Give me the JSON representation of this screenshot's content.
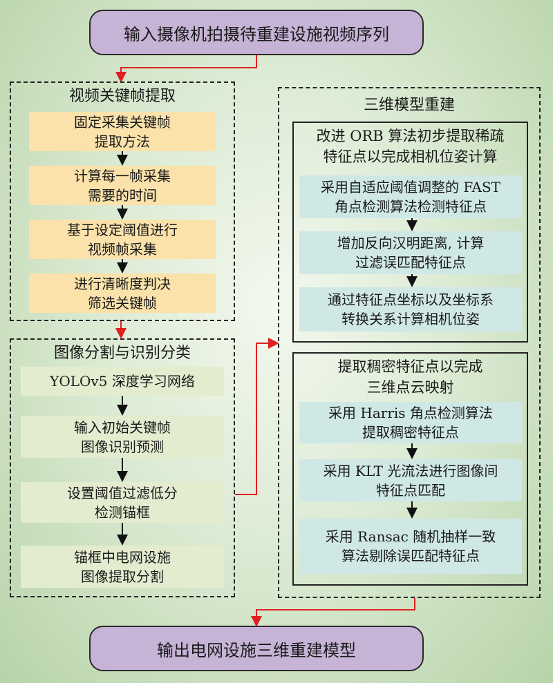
{
  "input": "输入摄像机拍摄待重建设施视频序列",
  "output": "输出电网设施三维重建模型",
  "keyframe": {
    "title": "视频关键帧提取",
    "steps": [
      "固定采集关键帧\n提取方法",
      "计算每一帧采集\n需要的时间",
      "基于设定阈值进行\n视频帧采集",
      "进行清晰度判决\n筛选关键帧"
    ]
  },
  "segmentation": {
    "title": "图像分割与识别分类",
    "steps": [
      "YOLOv5 深度学习网络",
      "输入初始关键帧\n图像识别预测",
      "设置阈值过滤低分\n检测锚框",
      "锚框中电网设施\n图像提取分割"
    ]
  },
  "reconstruction": {
    "title": "三维模型重建",
    "sparse": {
      "title": "改进 ORB 算法初步提取稀疏\n特征点以完成相机位姿计算",
      "steps": [
        "采用自适应阈值调整的 FAST\n角点检测算法检测特征点",
        "增加反向汉明距离, 计算\n过滤误匹配特征点",
        "通过特征点坐标以及坐标系\n转换关系计算相机位姿"
      ]
    },
    "dense": {
      "title": "提取稠密特征点以完成\n三维点云映射",
      "steps": [
        "采用 Harris 角点检测算法\n提取稠密特征点",
        "采用 KLT 光流法进行图像间\n特征点匹配",
        "采用 Ransac 随机抽样一致\n算法剔除误匹配特征点"
      ]
    }
  }
}
